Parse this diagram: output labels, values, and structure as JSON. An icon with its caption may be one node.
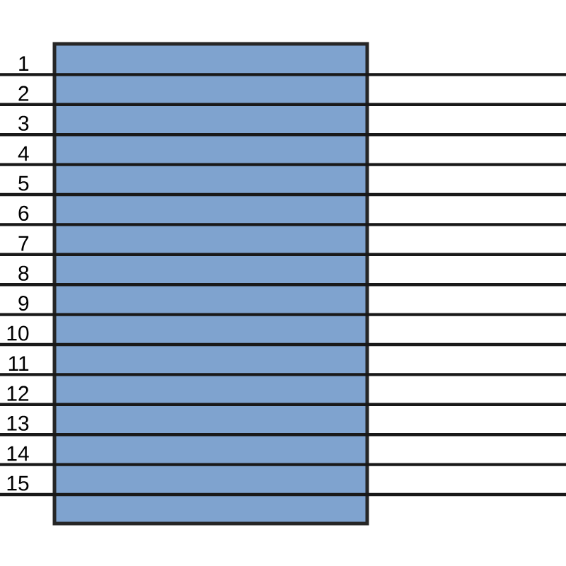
{
  "diagram": {
    "nodes": [
      {
        "text": [],
        "shape": "box"
      }
    ],
    "labels": [
      "1",
      "2",
      "3",
      "4",
      "5",
      "6",
      "7",
      "8",
      "9",
      "10",
      "11",
      "12",
      "13",
      "14",
      "15"
    ]
  }
}
